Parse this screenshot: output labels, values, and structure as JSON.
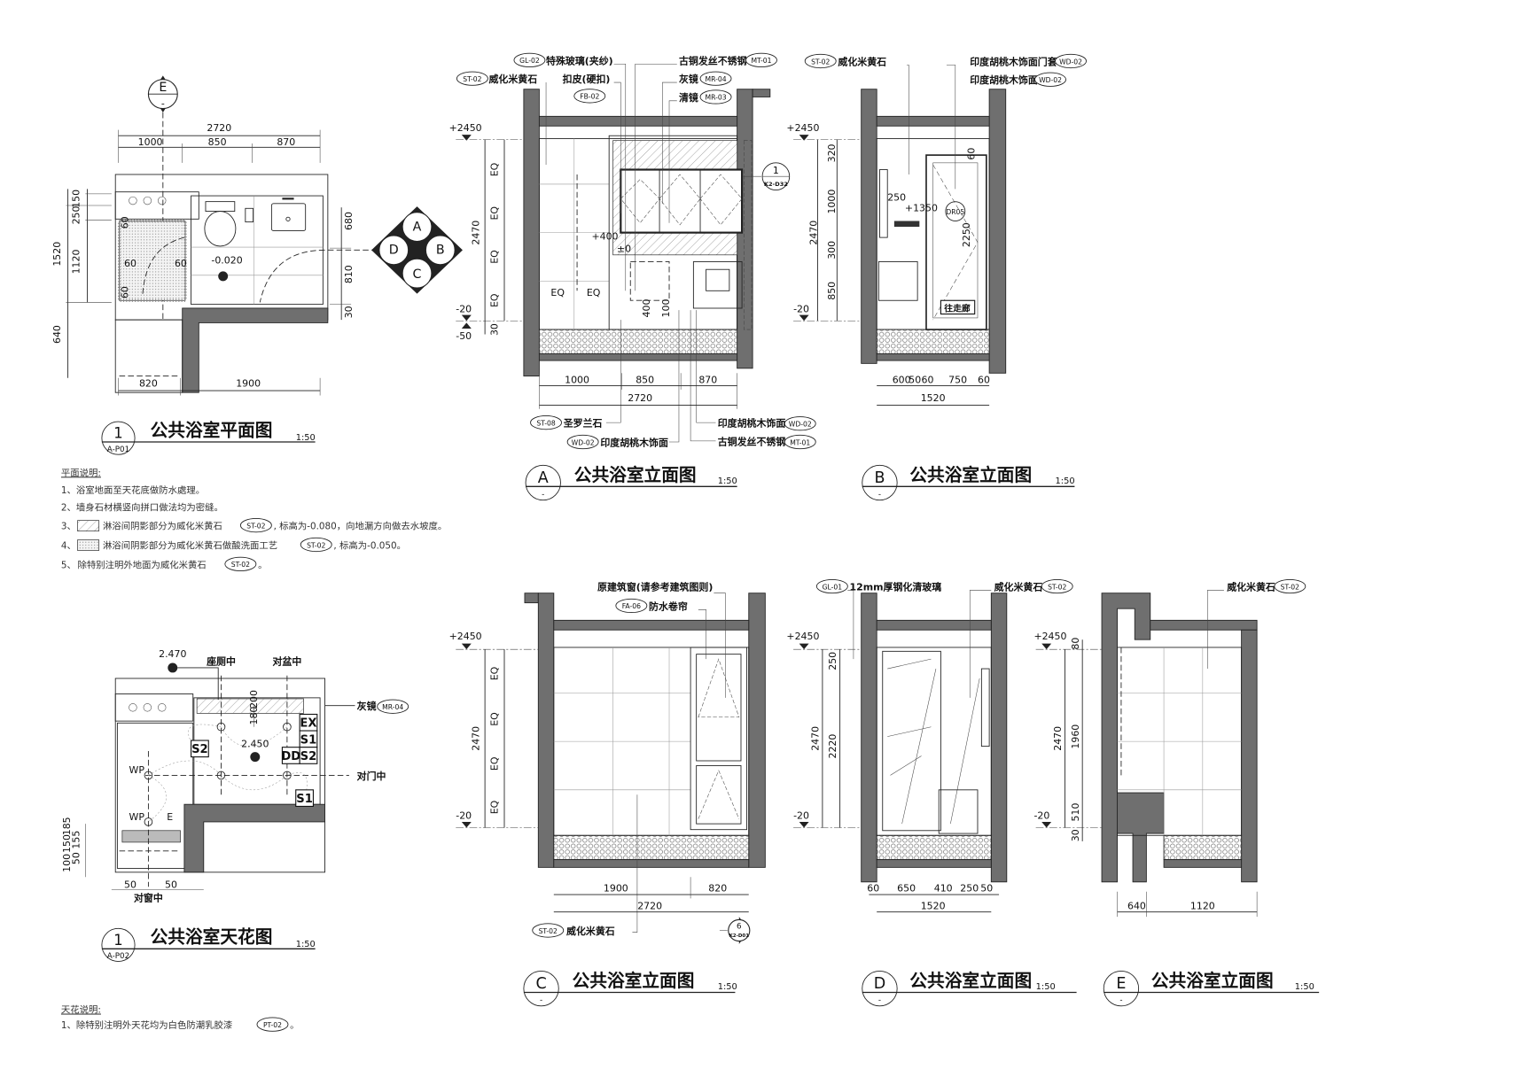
{
  "plan": {
    "number": "1",
    "sheet": "A-P01",
    "title": "公共浴室平面图",
    "scale": "1:50",
    "section_marker": "E",
    "section_sub": "-",
    "dims_top": [
      "2720",
      "1000",
      "850",
      "870"
    ],
    "dims_left": [
      "1520",
      "150",
      "250",
      "1120",
      "640"
    ],
    "dims_right": [
      "680",
      "810",
      "30"
    ],
    "dims_bottom": [
      "820",
      "1900"
    ],
    "dims_inner": [
      "60",
      "60",
      "60",
      "60"
    ],
    "level": "-0.020",
    "index": [
      "A",
      "B",
      "C",
      "D",
      "-"
    ]
  },
  "plan_notes": {
    "heading": "平面说明:",
    "items": [
      {
        "text": "1、浴室地面至天花底做防水處理。"
      },
      {
        "text": "2、墙身石材横竖向拼口做法均为密缝。"
      },
      {
        "prefix": "3、",
        "text": "淋浴间阴影部分为威化米黄石",
        "tag": "ST-02",
        "suffix": ", 标高为-0.080，向地漏方向做去水坡度。"
      },
      {
        "prefix": "4、",
        "text": "淋浴间阴影部分为威化米黄石做酸洗面工艺",
        "tag": "ST-02",
        "suffix": ", 标高为-0.050。"
      },
      {
        "prefix": "5、",
        "text": "除特别注明外地面为威化米黄石",
        "tag": "ST-02",
        "suffix": "。"
      }
    ]
  },
  "ceiling": {
    "number": "1",
    "sheet": "A-P02",
    "title": "公共浴室天花图",
    "scale": "1:50",
    "levels": [
      "2.470",
      "2.450"
    ],
    "centers": [
      "座厕中",
      "对盆中",
      "对门中",
      "对窗中"
    ],
    "mirror_label": "灰镜",
    "mirror_tag": "MR-04",
    "symbols": [
      "EX",
      "S1",
      "DD",
      "S2",
      "S2",
      "S1"
    ],
    "wp": [
      "WP",
      "WP"
    ],
    "e": "E",
    "dims_v": [
      "180",
      "200"
    ],
    "dims_left": [
      "100",
      "150",
      "185",
      "50",
      "155"
    ],
    "dims_bottom": [
      "50",
      "50"
    ]
  },
  "ceiling_notes": {
    "heading": "天花说明:",
    "items": [
      {
        "text": "1、除特别注明外天花均为白色防潮乳胶漆",
        "tag": "PT-02",
        "suffix": "。"
      }
    ]
  },
  "elev_a": {
    "letter": "A",
    "sub": "-",
    "title": "公共浴室立面图",
    "scale": "1:50",
    "labels": [
      {
        "tag": "GL-02",
        "text": "特殊玻璃(夹纱)"
      },
      {
        "tag": "ST-02",
        "text": "威化米黄石"
      },
      {
        "tag": "FB-02",
        "text": "扣皮(硬扣)"
      },
      {
        "tag": "MT-01",
        "text": "古铜发丝不锈钢"
      },
      {
        "tag": "MR-04",
        "text": "灰镜"
      },
      {
        "tag": "MR-03",
        "text": "清镜"
      },
      {
        "tag": "ST-08",
        "text": "圣罗兰石"
      },
      {
        "tag": "WD-02",
        "text": "印度胡桃木饰面"
      },
      {
        "tag": "WD-02",
        "text": "印度胡桃木饰面"
      },
      {
        "tag": "MT-01",
        "text": "古铜发丝不锈钢"
      }
    ],
    "levels": [
      "+2450",
      "-20",
      "-50",
      "+400",
      "±0"
    ],
    "dims_v": [
      "EQ",
      "EQ",
      "EQ",
      "EQ",
      "2470",
      "30"
    ],
    "dims_inner": [
      "EQ",
      "EQ",
      "400",
      "100"
    ],
    "dims_bottom": [
      "1000",
      "850",
      "870",
      "2720"
    ],
    "callout": {
      "num": "1",
      "sheet": "K2-D32"
    }
  },
  "elev_b": {
    "letter": "B",
    "sub": "-",
    "title": "公共浴室立面图",
    "scale": "1:50",
    "labels": [
      {
        "tag": "ST-02",
        "text": "威化米黄石"
      },
      {
        "tag": "WD-02",
        "text": "印度胡桃木饰面门套"
      },
      {
        "tag": "WD-02",
        "text": "印度胡桃木饰面"
      }
    ],
    "levels": [
      "+2450",
      "-20",
      "+1350"
    ],
    "dims_v": [
      "320",
      "1000",
      "2470",
      "300",
      "850"
    ],
    "dims_inner": [
      "250",
      "60",
      "2250"
    ],
    "door_code": "DR05",
    "door_sign": "往走廊",
    "dims_bottom": [
      "600",
      "50",
      "60",
      "750",
      "60",
      "1520"
    ]
  },
  "elev_c": {
    "letter": "C",
    "sub": "-",
    "title": "公共浴室立面图",
    "scale": "1:50",
    "labels": [
      {
        "text": "原建筑窗(请参考建筑图则)"
      },
      {
        "tag": "FA-06",
        "text": "防水卷帘"
      },
      {
        "tag": "ST-02",
        "text": "威化米黄石"
      }
    ],
    "levels": [
      "+2450",
      "-20"
    ],
    "dims_v": [
      "EQ",
      "EQ",
      "EQ",
      "EQ",
      "2470"
    ],
    "dims_bottom": [
      "1900",
      "820",
      "2720"
    ],
    "callout": {
      "num": "6",
      "sheet": "K2-D01"
    }
  },
  "elev_d": {
    "letter": "D",
    "sub": "-",
    "title": "公共浴室立面图",
    "scale": "1:50",
    "labels": [
      {
        "tag": "GL-01",
        "text": "12mm厚钢化清玻璃"
      },
      {
        "tag": "ST-02",
        "text": "威化米黄石"
      }
    ],
    "levels": [
      "+2450",
      "-20"
    ],
    "dims_v": [
      "250",
      "2470",
      "2220"
    ],
    "dims_bottom": [
      "60",
      "650",
      "410",
      "250",
      "50",
      "1520"
    ]
  },
  "elev_e": {
    "letter": "E",
    "sub": "-",
    "title": "公共浴室立面图",
    "scale": "1:50",
    "labels": [
      {
        "tag": "ST-02",
        "text": "威化米黄石"
      }
    ],
    "levels": [
      "+2450",
      "-20"
    ],
    "dims_v": [
      "80",
      "1960",
      "2470",
      "510",
      "30"
    ],
    "dims_bottom": [
      "640",
      "1120"
    ]
  }
}
